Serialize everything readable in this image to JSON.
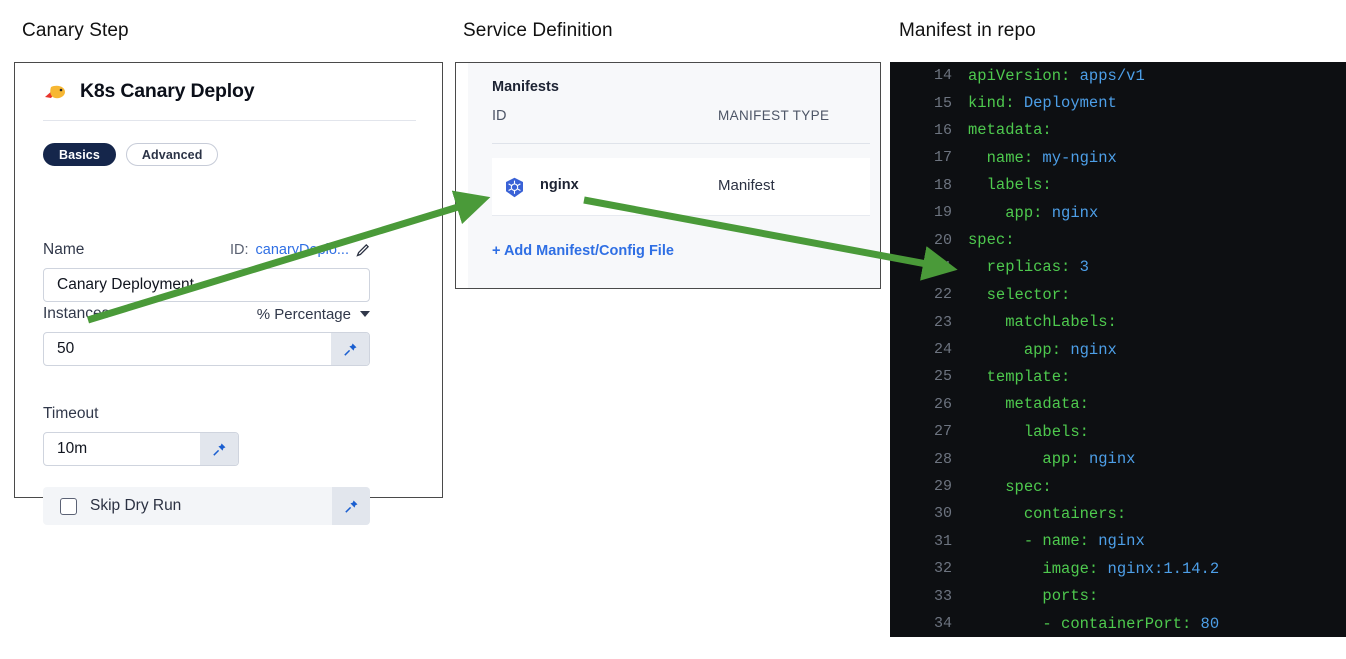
{
  "captions": {
    "canary": "Canary Step",
    "service": "Service Definition",
    "manifest": "Manifest in repo"
  },
  "canary_step": {
    "icon": "canary-bird-icon",
    "title": "K8s Canary Deploy",
    "tabs": [
      {
        "label": "Basics",
        "active": true
      },
      {
        "label": "Advanced",
        "active": false
      }
    ],
    "fields": {
      "name": {
        "label": "Name",
        "id_prefix": "ID:",
        "id_value": "canaryDeplo...",
        "edit_icon": "pencil-icon",
        "value": "Canary Deployment"
      },
      "instances": {
        "label": "Instances",
        "unit_select": "% Percentage",
        "value": "50",
        "pin_icon": "pin-icon"
      },
      "timeout": {
        "label": "Timeout",
        "value": "10m",
        "pin_icon": "pin-icon"
      },
      "skip_dry_run": {
        "label": "Skip Dry Run",
        "checked": false,
        "pin_icon": "pin-icon"
      }
    }
  },
  "service_definition": {
    "title": "Manifests",
    "columns": [
      "ID",
      "MANIFEST TYPE"
    ],
    "rows": [
      {
        "icon": "kubernetes-icon",
        "id": "nginx",
        "type": "Manifest"
      }
    ],
    "add_link": "+ Add Manifest/Config File"
  },
  "code_editor": {
    "language": "yaml",
    "lines": [
      {
        "num": "14",
        "indent": 0,
        "key": "apiVersion:",
        "value": " apps/v1"
      },
      {
        "num": "15",
        "indent": 0,
        "key": "kind:",
        "value": " Deployment"
      },
      {
        "num": "16",
        "indent": 0,
        "key": "metadata:",
        "value": ""
      },
      {
        "num": "17",
        "indent": 1,
        "key": "name:",
        "value": " my-nginx"
      },
      {
        "num": "18",
        "indent": 1,
        "key": "labels:",
        "value": ""
      },
      {
        "num": "19",
        "indent": 2,
        "key": "app:",
        "value": " nginx"
      },
      {
        "num": "20",
        "indent": 0,
        "key": "spec:",
        "value": ""
      },
      {
        "num": "21",
        "indent": 1,
        "key": "replicas:",
        "value": " 3"
      },
      {
        "num": "22",
        "indent": 1,
        "key": "selector:",
        "value": ""
      },
      {
        "num": "23",
        "indent": 2,
        "key": "matchLabels:",
        "value": ""
      },
      {
        "num": "24",
        "indent": 3,
        "key": "app:",
        "value": " nginx"
      },
      {
        "num": "25",
        "indent": 1,
        "key": "template:",
        "value": ""
      },
      {
        "num": "26",
        "indent": 2,
        "key": "metadata:",
        "value": ""
      },
      {
        "num": "27",
        "indent": 3,
        "key": "labels:",
        "value": ""
      },
      {
        "num": "28",
        "indent": 4,
        "key": "app:",
        "value": " nginx"
      },
      {
        "num": "29",
        "indent": 2,
        "key": "spec:",
        "value": ""
      },
      {
        "num": "30",
        "indent": 3,
        "key": "containers:",
        "value": ""
      },
      {
        "num": "31",
        "indent": 3,
        "key": "- name:",
        "value": " nginx"
      },
      {
        "num": "32",
        "indent": 4,
        "key": "image:",
        "value": " nginx:1.14.2"
      },
      {
        "num": "33",
        "indent": 4,
        "key": "ports:",
        "value": ""
      },
      {
        "num": "34",
        "indent": 4,
        "key": "- containerPort:",
        "value": " 80"
      }
    ]
  },
  "annotations": {
    "arrow_color": "#4a9a39",
    "arrows": [
      {
        "name": "arrow-instances-to-manifest",
        "from": "instances-value-field",
        "to": "manifest-row-nginx"
      },
      {
        "name": "arrow-manifest-to-replicas",
        "from": "manifest-row-nginx",
        "to": "code-line-replicas"
      }
    ]
  },
  "colors": {
    "accent_blue": "#2f6fe4",
    "pill_active_bg": "#15264b",
    "code_bg": "#0d0f12",
    "code_key": "#4ec94e",
    "code_value": "#4d9fe8",
    "arrow_green": "#4a9a39"
  }
}
